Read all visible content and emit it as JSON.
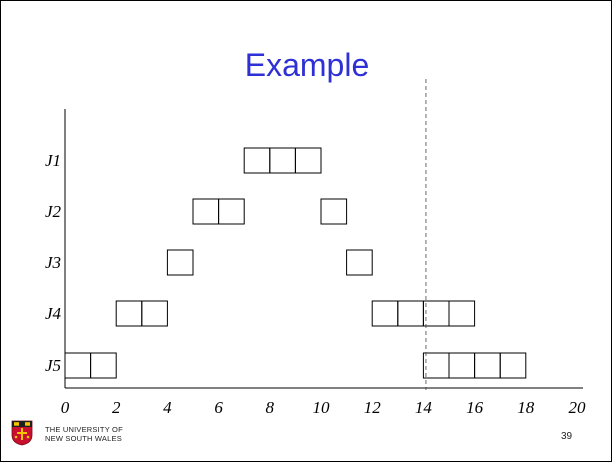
{
  "slide": {
    "title": "Example",
    "page_number": "39",
    "footer": {
      "line1": "THE UNIVERSITY OF",
      "line2": "NEW SOUTH WALES",
      "logo_icon": "unsw-crest-icon"
    }
  },
  "chart_data": {
    "type": "gantt",
    "title": "Example",
    "xlim": [
      0,
      20
    ],
    "x_ticks": [
      "0",
      "2",
      "4",
      "6",
      "8",
      "10",
      "12",
      "14",
      "16",
      "18",
      "20"
    ],
    "jobs": [
      "J1",
      "J2",
      "J3",
      "J4",
      "J5"
    ],
    "blocks": {
      "J1": [
        [
          7,
          8
        ],
        [
          8,
          9
        ],
        [
          9,
          10
        ]
      ],
      "J2": [
        [
          5,
          6
        ],
        [
          6,
          7
        ],
        [
          10,
          11
        ]
      ],
      "J3": [
        [
          4,
          5
        ],
        [
          11,
          12
        ]
      ],
      "J4": [
        [
          2,
          3
        ],
        [
          3,
          4
        ],
        [
          12,
          13
        ],
        [
          13,
          14
        ],
        [
          14,
          15
        ],
        [
          15,
          16
        ]
      ],
      "J5": [
        [
          0,
          1
        ],
        [
          1,
          2
        ],
        [
          14,
          15
        ],
        [
          15,
          16
        ],
        [
          16,
          17
        ],
        [
          17,
          18
        ]
      ]
    },
    "marker_x": 14.1,
    "colors": {
      "title": "#2f2fd6",
      "line": "#000000"
    }
  }
}
